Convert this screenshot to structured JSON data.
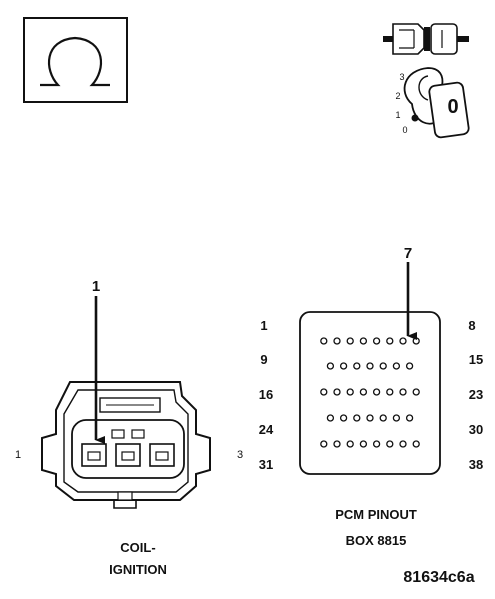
{
  "top_left": {
    "icon": "ohmmeter-icon",
    "symbol": "Ω"
  },
  "top_right": {
    "icons": [
      "connector-icon",
      "ignition-key-icon"
    ],
    "switch_positions": [
      "3",
      "2",
      "1",
      "0"
    ],
    "key_label": "0"
  },
  "coil_connector": {
    "callout": "1",
    "pin_left": "1",
    "pin_right": "3",
    "label_line1": "COIL-",
    "label_line2": "IGNITION"
  },
  "pcm_connector": {
    "callout": "7",
    "row_labels_left": [
      "1",
      "9",
      "16",
      "24",
      "31"
    ],
    "row_labels_right": [
      "8",
      "15",
      "23",
      "30",
      "38"
    ],
    "label_line1": "PCM PINOUT",
    "label_line2": "BOX 8815"
  },
  "reference_code": "81634c6a"
}
